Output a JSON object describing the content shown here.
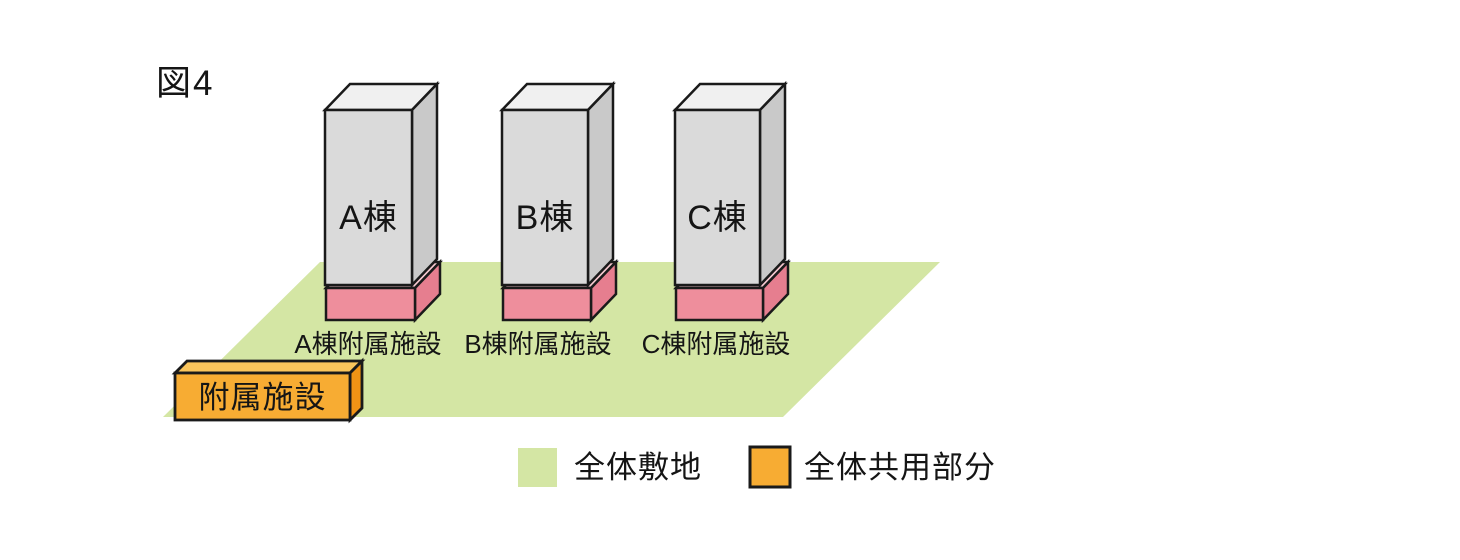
{
  "figure_label": "図4",
  "colors": {
    "site_green": "#d4e6a4",
    "building_gray_front": "#dadada",
    "building_gray_top": "#f0f0f0",
    "building_gray_side": "#c9c9c9",
    "annex_pink_front": "#ee8e9c",
    "annex_pink_top": "#f7c9d0",
    "annex_pink_side": "#e67e8f",
    "common_orange_front": "#f7ac33",
    "common_orange_top": "#fac55c",
    "common_orange_side": "#f09315",
    "outline_black": "#1a1a1a"
  },
  "buildings": [
    {
      "label": "A棟",
      "annex_label": "A棟附属施設"
    },
    {
      "label": "B棟",
      "annex_label": "B棟附属施設"
    },
    {
      "label": "C棟",
      "annex_label": "C棟附属施設"
    }
  ],
  "standalone_annex": {
    "label": "附属施設"
  },
  "legend": [
    {
      "swatch": "green",
      "label": "全体敷地"
    },
    {
      "swatch": "orange",
      "label": "全体共用部分"
    }
  ]
}
